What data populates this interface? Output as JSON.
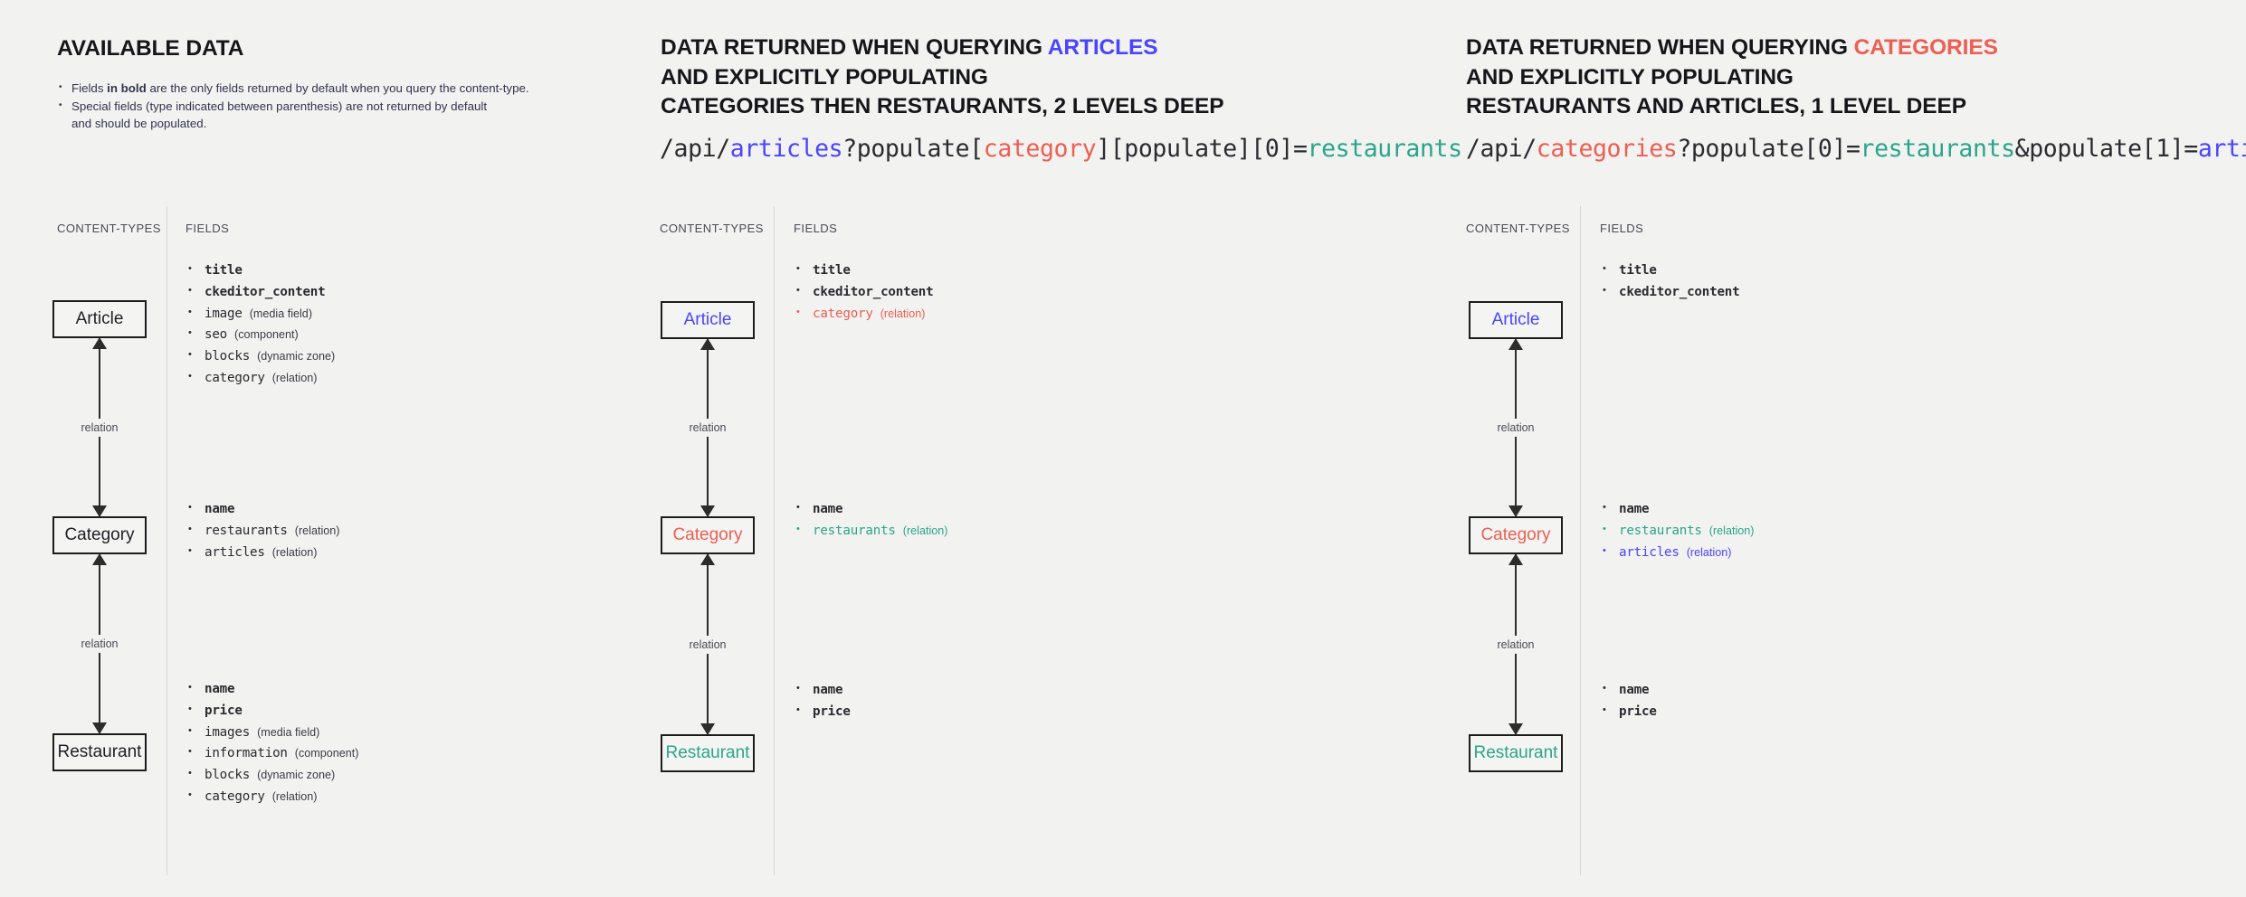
{
  "meta": {
    "background": "#f2f2f1",
    "accent_blue": "#4945ff",
    "accent_red": "#ee5e52",
    "accent_teal": "#2aa58a"
  },
  "panels": [
    {
      "id": "panel-1",
      "heading": {
        "line1_pre": "AVAILABLE DATA",
        "line1_hl": "",
        "line2": "",
        "line3": ""
      },
      "notes": [
        {
          "pre": "Fields ",
          "bold": "in bold",
          "post": " are the only fields returned by default when you query the content-type.",
          "cont": ""
        },
        {
          "pre": "Special fields (type indicated between parenthesis) are not returned by default",
          "bold": "",
          "post": "",
          "cont": "and should be populated."
        }
      ],
      "col_headers": {
        "content_types": "CONTENT-TYPES",
        "fields": "FIELDS"
      },
      "entities": [
        {
          "label": "Article",
          "color": ""
        },
        {
          "label": "Category",
          "color": ""
        },
        {
          "label": "Restaurant",
          "color": ""
        }
      ],
      "relations": [
        "relation",
        "relation"
      ],
      "field_groups": [
        [
          {
            "name": "title",
            "type": "",
            "bold": true,
            "color": ""
          },
          {
            "name": "ckeditor_content",
            "type": "",
            "bold": true,
            "color": ""
          },
          {
            "name": "image",
            "type": "(media field)",
            "bold": false,
            "color": ""
          },
          {
            "name": "seo",
            "type": "(component)",
            "bold": false,
            "color": ""
          },
          {
            "name": "blocks",
            "type": "(dynamic zone)",
            "bold": false,
            "color": ""
          },
          {
            "name": "category",
            "type": "(relation)",
            "bold": false,
            "color": ""
          }
        ],
        [
          {
            "name": "name",
            "type": "",
            "bold": true,
            "color": ""
          },
          {
            "name": "restaurants",
            "type": "(relation)",
            "bold": false,
            "color": ""
          },
          {
            "name": "articles",
            "type": "(relation)",
            "bold": false,
            "color": ""
          }
        ],
        [
          {
            "name": "name",
            "type": "",
            "bold": true,
            "color": ""
          },
          {
            "name": "price",
            "type": "",
            "bold": true,
            "color": ""
          },
          {
            "name": "images",
            "type": "(media field)",
            "bold": false,
            "color": ""
          },
          {
            "name": "information",
            "type": "(component)",
            "bold": false,
            "color": ""
          },
          {
            "name": "blocks",
            "type": "(dynamic zone)",
            "bold": false,
            "color": ""
          },
          {
            "name": "category",
            "type": "(relation)",
            "bold": false,
            "color": ""
          }
        ]
      ]
    },
    {
      "id": "panel-2",
      "heading": {
        "line1_pre": "DATA RETURNED WHEN QUERYING ",
        "line1_hl": "ARTICLES",
        "line1_hl_color": "blue",
        "line2": "AND EXPLICITLY POPULATING",
        "line3": "CATEGORIES THEN RESTAURANTS, 2 LEVELS DEEP"
      },
      "url_parts": [
        {
          "text": "/api/",
          "color": ""
        },
        {
          "text": "articles",
          "color": "blue"
        },
        {
          "text": "?populate[",
          "color": ""
        },
        {
          "text": "category",
          "color": "red"
        },
        {
          "text": "][populate][0]=",
          "color": ""
        },
        {
          "text": "restaurants",
          "color": "teal"
        }
      ],
      "col_headers": {
        "content_types": "CONTENT-TYPES",
        "fields": "FIELDS"
      },
      "entities": [
        {
          "label": "Article",
          "color": "blue"
        },
        {
          "label": "Category",
          "color": "red"
        },
        {
          "label": "Restaurant",
          "color": "teal"
        }
      ],
      "relations": [
        "relation",
        "relation"
      ],
      "field_groups": [
        [
          {
            "name": "title",
            "type": "",
            "bold": true,
            "color": ""
          },
          {
            "name": "ckeditor_content",
            "type": "",
            "bold": true,
            "color": ""
          },
          {
            "name": "category",
            "type": "(relation)",
            "bold": false,
            "color": "red"
          }
        ],
        [
          {
            "name": "name",
            "type": "",
            "bold": true,
            "color": ""
          },
          {
            "name": "restaurants",
            "type": "(relation)",
            "bold": false,
            "color": "teal"
          }
        ],
        [
          {
            "name": "name",
            "type": "",
            "bold": true,
            "color": ""
          },
          {
            "name": "price",
            "type": "",
            "bold": true,
            "color": ""
          }
        ]
      ]
    },
    {
      "id": "panel-3",
      "heading": {
        "line1_pre": "DATA RETURNED WHEN QUERYING ",
        "line1_hl": "CATEGORIES",
        "line1_hl_color": "red",
        "line2": "AND EXPLICITLY POPULATING",
        "line3": "RESTAURANTS AND ARTICLES, 1 LEVEL DEEP"
      },
      "url_parts": [
        {
          "text": "/api/",
          "color": ""
        },
        {
          "text": "categories",
          "color": "red"
        },
        {
          "text": "?populate[0]=",
          "color": ""
        },
        {
          "text": "restaurants",
          "color": "teal"
        },
        {
          "text": "&populate[1]=",
          "color": ""
        },
        {
          "text": "articles",
          "color": "blue"
        }
      ],
      "col_headers": {
        "content_types": "CONTENT-TYPES",
        "fields": "FIELDS"
      },
      "entities": [
        {
          "label": "Article",
          "color": "blue"
        },
        {
          "label": "Category",
          "color": "red"
        },
        {
          "label": "Restaurant",
          "color": "teal"
        }
      ],
      "relations": [
        "relation",
        "relation"
      ],
      "field_groups": [
        [
          {
            "name": "title",
            "type": "",
            "bold": true,
            "color": ""
          },
          {
            "name": "ckeditor_content",
            "type": "",
            "bold": true,
            "color": ""
          }
        ],
        [
          {
            "name": "name",
            "type": "",
            "bold": true,
            "color": ""
          },
          {
            "name": "restaurants",
            "type": "(relation)",
            "bold": false,
            "color": "teal"
          },
          {
            "name": "articles",
            "type": "(relation)",
            "bold": false,
            "color": "blue"
          }
        ],
        [
          {
            "name": "name",
            "type": "",
            "bold": true,
            "color": ""
          },
          {
            "name": "price",
            "type": "",
            "bold": true,
            "color": ""
          }
        ]
      ]
    }
  ]
}
